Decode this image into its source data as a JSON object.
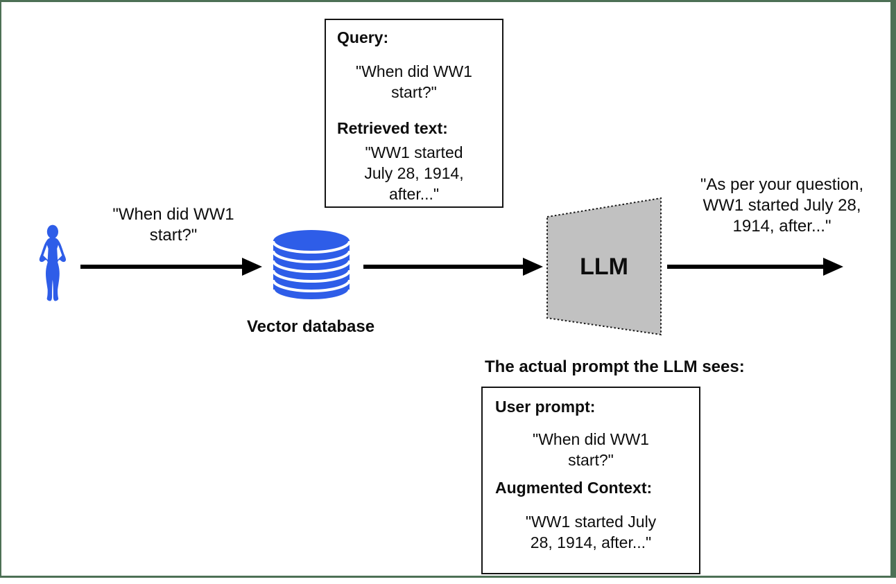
{
  "diagram": {
    "title_semantic": "RAG flow: user query, vector database retrieval, augmented prompt to LLM",
    "user_query_text": "\"When did WW1\nstart?\"",
    "vector_db_label": "Vector database",
    "llm_label": "LLM",
    "output_text": "\"As per your question,\nWW1 started July 28,\n1914, after...\"",
    "retrieval_box": {
      "query_label": "Query:",
      "query_text": "\"When did WW1\nstart?\"",
      "retrieved_label": "Retrieved text:",
      "retrieved_text": "\"WW1 started\nJuly 28, 1914,\nafter...\""
    },
    "prompt_heading": "The actual prompt the LLM sees:",
    "prompt_box": {
      "user_prompt_label": "User prompt:",
      "user_prompt_text": "\"When did WW1\nstart?\"",
      "augmented_label": "Augmented Context:",
      "augmented_text": "\"WW1 started July\n28, 1914, after...\""
    },
    "icons": {
      "person": "person-icon",
      "database": "database-icon",
      "llm_shape": "trapezoid-llm-shape",
      "arrows": [
        "arrow-user-to-db",
        "arrow-db-to-llm",
        "arrow-llm-to-output"
      ]
    }
  },
  "colors": {
    "accent_blue": "#2e5de8",
    "llm_fill": "#c1c1c1",
    "frame_green": "#4d7055",
    "line_black": "#000000"
  }
}
